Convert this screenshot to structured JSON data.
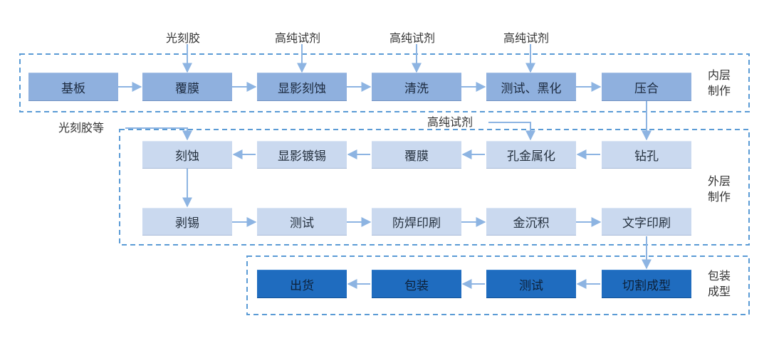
{
  "groups": [
    {
      "label_lines": [
        "内层",
        "制作"
      ],
      "steps": [
        "基板",
        "覆膜",
        "显影刻蚀",
        "清洗",
        "测试、黑化",
        "压合"
      ],
      "inputs": [
        {
          "step": 1,
          "text": "光刻胶"
        },
        {
          "step": 2,
          "text": "高纯试剂"
        },
        {
          "step": 3,
          "text": "高纯试剂"
        },
        {
          "step": 4,
          "text": "高纯试剂"
        }
      ]
    },
    {
      "label_lines": [
        "外层",
        "制作"
      ],
      "row1": [
        "刻蚀",
        "显影镀锡",
        "覆膜",
        "孔金属化",
        "钻孔"
      ],
      "row2": [
        "剥锡",
        "测试",
        "防焊印刷",
        "金沉积",
        "文字印刷"
      ],
      "inputs": [
        {
          "step": "row1.0",
          "text": "光刻胶等"
        },
        {
          "step": "row1.3",
          "text": "高纯试剂"
        }
      ]
    },
    {
      "label_lines": [
        "包装",
        "成型"
      ],
      "steps": [
        "出货",
        "包装",
        "测试",
        "切割成型"
      ]
    }
  ],
  "colors": {
    "dash": "#5b9bd5",
    "arrow": "#8db4e2",
    "inner_fill": "#8fb0de",
    "outer_fill": "#cad9ef",
    "pack_fill": "#1f6cbf"
  }
}
